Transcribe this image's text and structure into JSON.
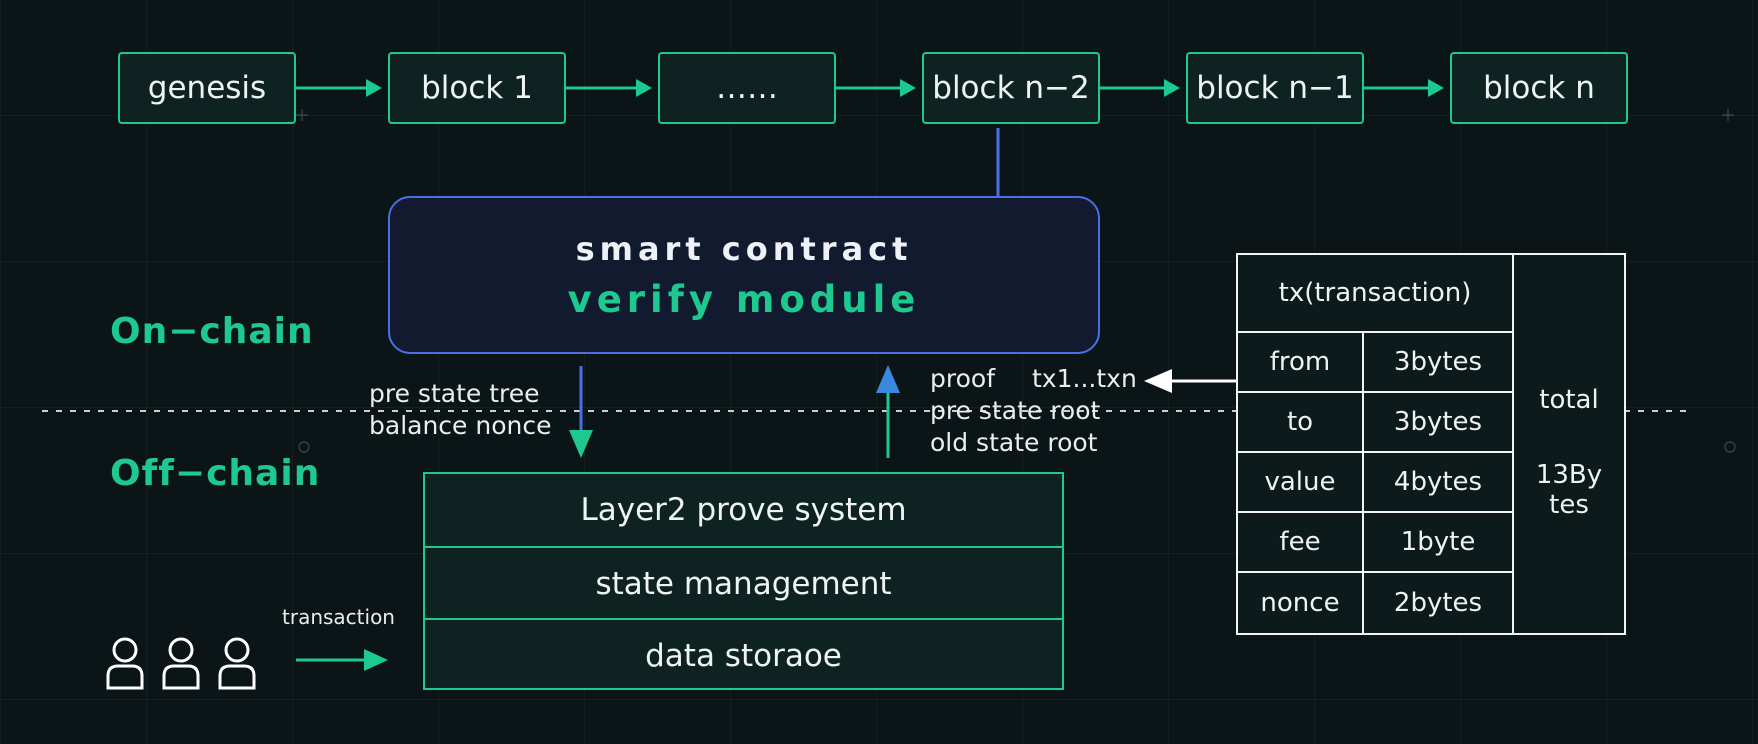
{
  "blocks": [
    "genesis",
    "block 1",
    "……",
    "block n−2",
    "block n−1",
    "block n"
  ],
  "contract": {
    "title": "smart contract",
    "subtitle": "verify module"
  },
  "zones": {
    "on_chain": "On−chain",
    "off_chain": "Off−chain"
  },
  "down_arrow_label": {
    "line1": "pre state tree",
    "line2": "balance nonce"
  },
  "up_arrow_label": {
    "line1a": "proof",
    "line1b": "tx1...txn",
    "line2": "pre state root",
    "line3": "old state root"
  },
  "system": {
    "rows": [
      "Layer2 prove system",
      "state management",
      "data storaoe"
    ]
  },
  "users": {
    "label": "transaction",
    "icon_count": 3
  },
  "tx_table": {
    "header": "tx(transaction)",
    "rows": [
      {
        "field": "from",
        "size": "3bytes"
      },
      {
        "field": "to",
        "size": "3bytes"
      },
      {
        "field": "value",
        "size": "4bytes"
      },
      {
        "field": "fee",
        "size": "1byte"
      },
      {
        "field": "nonce",
        "size": "2bytes"
      }
    ],
    "total_label": "total",
    "total_value_line1": "13By",
    "total_value_line2": "tes"
  },
  "colors": {
    "accent": "#1ec98f",
    "contract_border": "#4d6fe3",
    "background": "#0b1416",
    "text": "#eef4f2"
  }
}
